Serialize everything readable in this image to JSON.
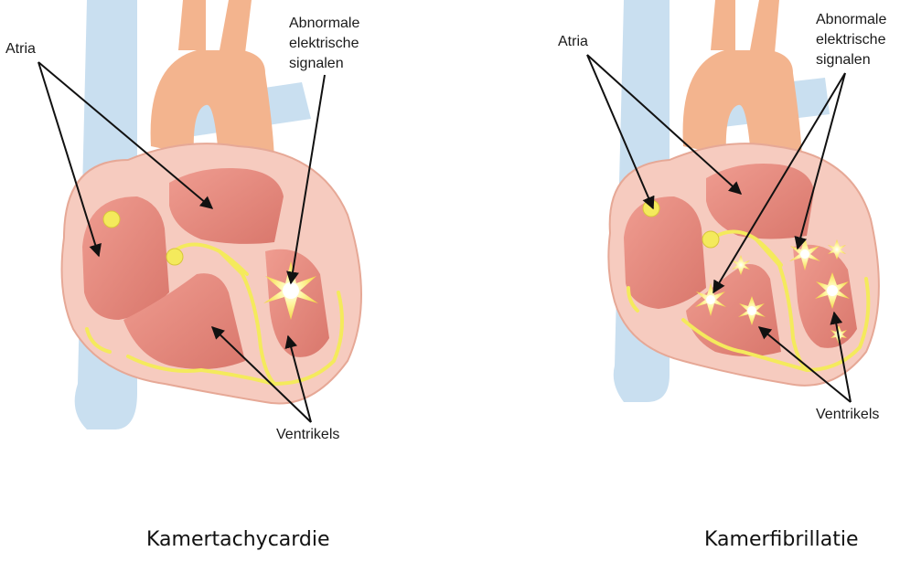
{
  "left": {
    "label_atria": "Atria",
    "label_signals": [
      "Abnormale",
      "elektrische",
      "signalen"
    ],
    "label_ventricles": "Ventrikels",
    "caption": "Kamertachycardie"
  },
  "right": {
    "label_atria": "Atria",
    "label_signals": [
      "Abnormale",
      "elektrische",
      "signalen"
    ],
    "label_ventricles": "Ventrikels",
    "caption": "Kamerfibrillatie"
  },
  "colors": {
    "vessel_blue": "#c9dff0",
    "aorta": "#f3b48e",
    "heart_wall": "#f6cbbf",
    "chamber": "#e8897f",
    "conduction": "#f4ea5c",
    "arrow": "#111111"
  }
}
